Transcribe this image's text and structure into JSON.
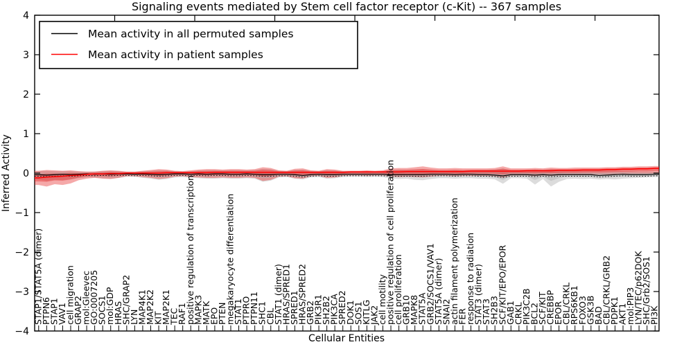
{
  "title": "Signaling events mediated by Stem cell factor receptor (c-Kit) -- 367 samples",
  "axes": {
    "ylabel": "Inferred Activity",
    "xlabel": "Cellular Entities",
    "ylim": [
      -4,
      4
    ],
    "yticks": [
      4,
      3,
      2,
      1,
      0,
      -1,
      -2,
      -3,
      -4
    ],
    "grid": false
  },
  "legend": [
    {
      "label": "Mean activity in all permuted samples",
      "color": "#000000"
    },
    {
      "label": "Mean activity in patient samples",
      "color": "#ff0000"
    }
  ],
  "chart_data": {
    "type": "line",
    "legend_position": "upper left",
    "ylim": [
      -4,
      4
    ],
    "categories": [
      "STAP1/STAT5A (dimer)",
      "PTPN6",
      "STAP1",
      "VAV1",
      "cell migration",
      "GRAP2",
      "mol:Gleevec",
      "GO:0007205",
      "SOCS1",
      "mol:GDP",
      "HRAS",
      "SHC/GRAP2",
      "LYN",
      "MAP4K1",
      "MAP2K2",
      "KIT",
      "MAP2K1",
      "TEC",
      "RAF1",
      "positive regulation of transcription",
      "MAPK3",
      "MATK",
      "EPO",
      "PTEN",
      "megakaryocyte differentiation",
      "STAT1",
      "PTPRO",
      "PTPN11",
      "SHC1",
      "CBL",
      "STAT1 (dimer)",
      "HRAS/SPRED1",
      "SPRED1",
      "HRAS/SPRED2",
      "GRB2",
      "PIK3R1",
      "SH2B2",
      "PIK3CA",
      "SPRED2",
      "DOK1",
      "SOS1",
      "KITLG",
      "JAK2",
      "cell motility",
      "positive regulation of cell proliferation",
      "cell proliferation",
      "GRB10",
      "MAPK8",
      "STAT5A",
      "GRB2/SOCS1/VAV1",
      "STAT5A (dimer)",
      "SNAI2",
      "actin filament polymerization",
      "FER",
      "response to radiation",
      "STAT3 (dimer)",
      "STAT3",
      "SH2B3",
      "SCF/KIT/EPO/EPOR",
      "GAB1",
      "CRKL",
      "PIK3C2B",
      "BCL2",
      "SCF/KIT",
      "CREBBP",
      "EPOR",
      "CBL/CRKL",
      "RPS6KB1",
      "FOXO3",
      "GSK3B",
      "BAD",
      "CBL/CRKL/GRB2",
      "PDPK1",
      "AKT1",
      "mol:PIP3",
      "LYN/TEC/p62DOK",
      "SHC/Grb2/SOS1",
      "PI3K"
    ],
    "series": [
      {
        "name": "Mean activity in all permuted samples",
        "color": "#000000",
        "values": [
          -0.04,
          -0.05,
          -0.04,
          -0.03,
          -0.04,
          -0.03,
          -0.02,
          -0.03,
          -0.02,
          -0.03,
          -0.02,
          -0.02,
          -0.03,
          -0.02,
          -0.03,
          -0.04,
          -0.03,
          -0.02,
          -0.02,
          -0.03,
          -0.02,
          -0.03,
          -0.02,
          -0.02,
          -0.03,
          -0.03,
          -0.02,
          -0.03,
          -0.04,
          -0.04,
          -0.03,
          -0.03,
          -0.04,
          -0.06,
          -0.04,
          -0.03,
          -0.04,
          -0.04,
          -0.03,
          -0.03,
          -0.03,
          -0.03,
          -0.03,
          -0.03,
          -0.04,
          -0.04,
          -0.04,
          -0.04,
          -0.04,
          -0.03,
          -0.03,
          -0.03,
          -0.04,
          -0.03,
          -0.03,
          -0.04,
          -0.04,
          -0.05,
          -0.07,
          -0.04,
          -0.04,
          -0.04,
          -0.05,
          -0.04,
          -0.05,
          -0.04,
          -0.04,
          -0.04,
          -0.04,
          -0.04,
          -0.06,
          -0.05,
          -0.04,
          -0.03,
          -0.04,
          -0.04,
          -0.04,
          -0.03
        ]
      },
      {
        "name": "Mean activity in patient samples",
        "color": "#ff0000",
        "values": [
          -0.12,
          -0.1,
          -0.09,
          -0.08,
          -0.06,
          -0.05,
          -0.03,
          -0.02,
          -0.02,
          -0.01,
          -0.01,
          0.0,
          0.0,
          0.0,
          0.0,
          0.0,
          0.01,
          0.01,
          0.01,
          0.01,
          0.01,
          0.01,
          0.02,
          0.02,
          0.02,
          0.02,
          0.02,
          0.02,
          0.02,
          0.02,
          0.02,
          0.02,
          0.02,
          0.02,
          0.02,
          0.02,
          0.02,
          0.02,
          0.02,
          0.03,
          0.03,
          0.03,
          0.03,
          0.03,
          0.03,
          0.03,
          0.04,
          0.04,
          0.04,
          0.04,
          0.04,
          0.04,
          0.04,
          0.04,
          0.05,
          0.05,
          0.05,
          0.05,
          0.05,
          0.05,
          0.05,
          0.06,
          0.06,
          0.06,
          0.06,
          0.07,
          0.07,
          0.07,
          0.08,
          0.08,
          0.08,
          0.09,
          0.09,
          0.1,
          0.1,
          0.11,
          0.11,
          0.12
        ]
      }
    ],
    "bands": [
      {
        "name": "permuted-samples-range",
        "color": "#a7a7a7",
        "opacity": 0.4,
        "upper": [
          0.05,
          0.06,
          0.05,
          0.05,
          0.05,
          0.04,
          0.03,
          0.04,
          0.05,
          0.06,
          0.05,
          0.03,
          0.03,
          0.05,
          0.06,
          0.08,
          0.07,
          0.05,
          0.04,
          0.05,
          0.07,
          0.08,
          0.08,
          0.07,
          0.08,
          0.08,
          0.07,
          0.08,
          0.11,
          0.1,
          0.06,
          0.05,
          0.08,
          0.09,
          0.06,
          0.05,
          0.08,
          0.07,
          0.05,
          0.05,
          0.05,
          0.05,
          0.05,
          0.05,
          0.08,
          0.09,
          0.08,
          0.09,
          0.1,
          0.08,
          0.07,
          0.07,
          0.08,
          0.07,
          0.07,
          0.08,
          0.08,
          0.09,
          0.12,
          0.07,
          0.07,
          0.07,
          0.09,
          0.07,
          0.1,
          0.08,
          0.06,
          0.06,
          0.06,
          0.06,
          0.07,
          0.06,
          0.06,
          0.05,
          0.05,
          0.04,
          0.04,
          0.04
        ],
        "lower": [
          -0.16,
          -0.2,
          -0.17,
          -0.18,
          -0.16,
          -0.13,
          -0.11,
          -0.11,
          -0.13,
          -0.14,
          -0.12,
          -0.09,
          -0.09,
          -0.12,
          -0.14,
          -0.17,
          -0.15,
          -0.11,
          -0.1,
          -0.12,
          -0.13,
          -0.14,
          -0.14,
          -0.13,
          -0.14,
          -0.14,
          -0.13,
          -0.14,
          -0.22,
          -0.19,
          -0.11,
          -0.1,
          -0.14,
          -0.16,
          -0.11,
          -0.1,
          -0.14,
          -0.13,
          -0.1,
          -0.09,
          -0.09,
          -0.1,
          -0.09,
          -0.1,
          -0.14,
          -0.15,
          -0.14,
          -0.17,
          -0.18,
          -0.15,
          -0.13,
          -0.13,
          -0.14,
          -0.13,
          -0.13,
          -0.14,
          -0.14,
          -0.16,
          -0.27,
          -0.13,
          -0.13,
          -0.14,
          -0.29,
          -0.15,
          -0.34,
          -0.22,
          -0.15,
          -0.14,
          -0.15,
          -0.14,
          -0.16,
          -0.15,
          -0.16,
          -0.14,
          -0.13,
          -0.12,
          -0.11,
          -0.1
        ]
      },
      {
        "name": "patient-samples-range",
        "color": "#e62828",
        "opacity": 0.4,
        "upper": [
          0.06,
          0.08,
          0.07,
          0.06,
          0.07,
          0.05,
          0.04,
          0.04,
          0.06,
          0.07,
          0.06,
          0.04,
          0.04,
          0.06,
          0.08,
          0.1,
          0.09,
          0.06,
          0.05,
          0.07,
          0.09,
          0.1,
          0.1,
          0.09,
          0.1,
          0.1,
          0.09,
          0.1,
          0.15,
          0.13,
          0.07,
          0.06,
          0.11,
          0.12,
          0.07,
          0.06,
          0.1,
          0.09,
          0.06,
          0.06,
          0.06,
          0.07,
          0.06,
          0.07,
          0.12,
          0.13,
          0.13,
          0.15,
          0.17,
          0.14,
          0.12,
          0.12,
          0.13,
          0.12,
          0.12,
          0.12,
          0.12,
          0.13,
          0.17,
          0.12,
          0.12,
          0.12,
          0.13,
          0.12,
          0.14,
          0.13,
          0.13,
          0.14,
          0.14,
          0.14,
          0.14,
          0.15,
          0.15,
          0.16,
          0.16,
          0.17,
          0.17,
          0.18
        ],
        "lower": [
          -0.3,
          -0.34,
          -0.28,
          -0.3,
          -0.26,
          -0.18,
          -0.14,
          -0.12,
          -0.14,
          -0.15,
          -0.12,
          -0.08,
          -0.08,
          -0.1,
          -0.12,
          -0.15,
          -0.13,
          -0.09,
          -0.08,
          -0.1,
          -0.11,
          -0.12,
          -0.12,
          -0.11,
          -0.12,
          -0.12,
          -0.11,
          -0.12,
          -0.2,
          -0.17,
          -0.09,
          -0.08,
          -0.13,
          -0.14,
          -0.08,
          -0.07,
          -0.12,
          -0.11,
          -0.07,
          -0.06,
          -0.06,
          -0.07,
          -0.06,
          -0.06,
          -0.09,
          -0.1,
          -0.09,
          -0.1,
          -0.11,
          -0.09,
          -0.07,
          -0.07,
          -0.08,
          -0.07,
          -0.07,
          -0.07,
          -0.07,
          -0.08,
          -0.12,
          -0.06,
          -0.06,
          -0.06,
          -0.08,
          -0.06,
          -0.07,
          -0.06,
          -0.05,
          -0.05,
          -0.05,
          -0.04,
          -0.04,
          -0.04,
          -0.03,
          -0.03,
          -0.02,
          -0.02,
          -0.02,
          -0.01
        ]
      }
    ]
  }
}
